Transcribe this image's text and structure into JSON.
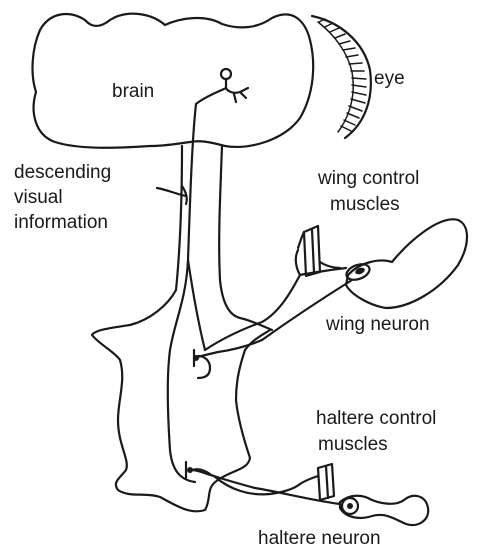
{
  "labels": {
    "brain": "brain",
    "eye": "eye",
    "descending": [
      "descending",
      "visual",
      "information"
    ],
    "wing_control": [
      "wing control",
      "muscles"
    ],
    "wing_neuron": "wing neuron",
    "haltere_control": [
      "haltere control",
      "muscles"
    ],
    "haltere_neuron": "haltere neuron"
  }
}
